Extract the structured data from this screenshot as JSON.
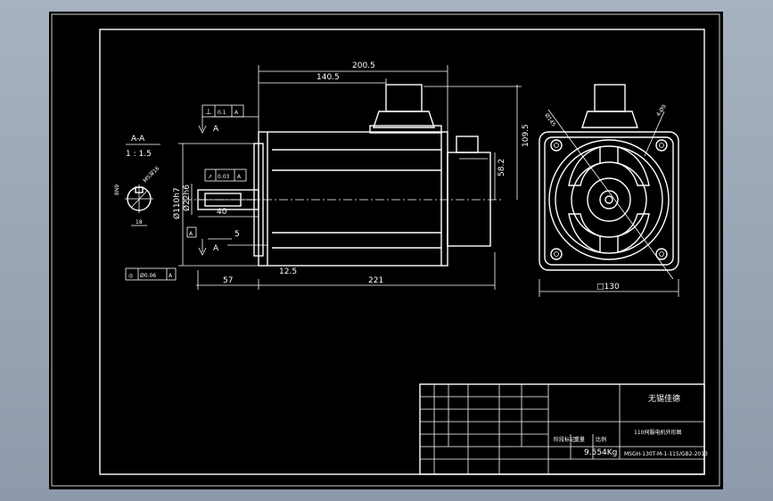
{
  "section": {
    "title": "A-A",
    "scale": "1 : 1.5"
  },
  "dims": {
    "d200": "200.5",
    "d140": "140.5",
    "d109": "109.5",
    "d58": "58.2",
    "d57": "57",
    "d12": "12.5",
    "d221": "221",
    "d40": "40",
    "d5": "5",
    "d130": "□130",
    "d145": "Ø145",
    "d9hole": "4-Ø9",
    "d18": "18",
    "dN9": "8N9",
    "m5": "M5深16",
    "d110": "Ø110h7",
    "d22": "Ø22h6"
  },
  "tolerances": {
    "perp": {
      "sym": "⊥",
      "val": "0.1",
      "ref": "A"
    },
    "runout": {
      "sym": "↗",
      "val": "0.03",
      "ref": "A"
    },
    "conc": {
      "sym": "◎",
      "val": "Ø0.06",
      "ref": "A"
    },
    "datum": "A",
    "view_a_top": "A",
    "view_a_bottom": "A"
  },
  "title_block": {
    "title": "无锡佳德",
    "drawing_name": "110伺服电机外形图",
    "part_no": "MSGH-130T-M-1-115/GB2-2013",
    "mass": "9.554Kg",
    "weight_label": "重量",
    "ratio_label": "比例",
    "stage_label": "阶段标记"
  }
}
